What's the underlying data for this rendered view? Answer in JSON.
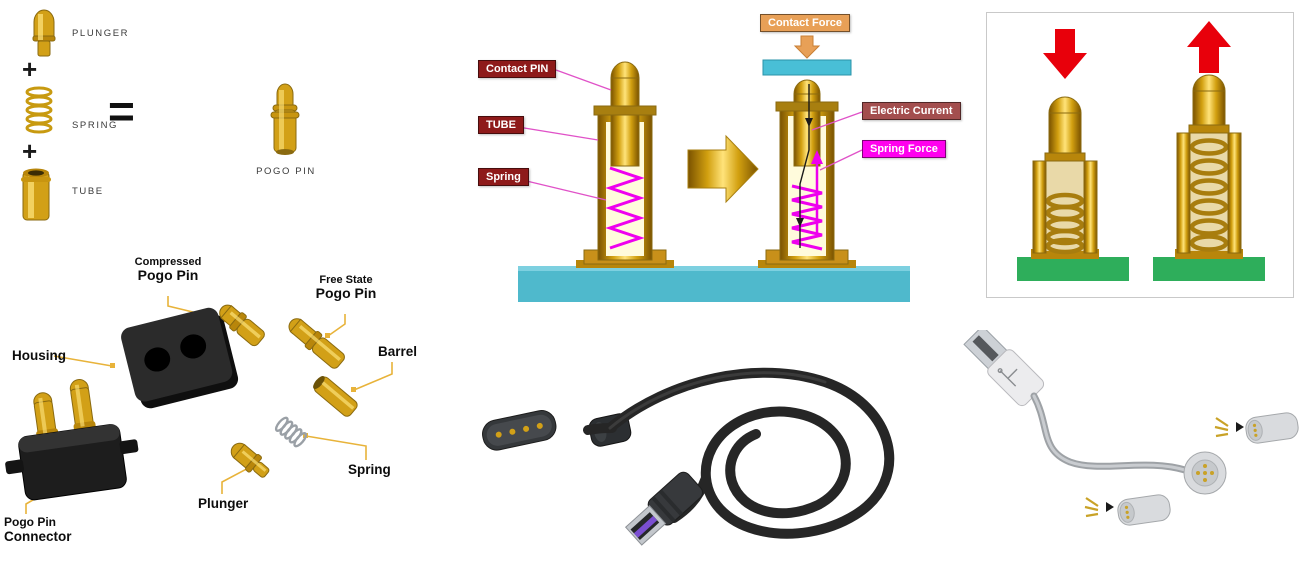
{
  "formula": {
    "plunger_label": "PLUNGER",
    "plus_1": "+",
    "spring_label": "SPRING",
    "plus_2": "+",
    "tube_label": "TUBE",
    "equals_sign": "=",
    "result_label": "POGO PIN"
  },
  "exploded": {
    "compressed_line1": "Compressed",
    "compressed_line2": "Pogo Pin",
    "free_line1": "Free State",
    "free_line2": "Pogo Pin",
    "housing_label": "Housing",
    "barrel_label": "Barrel",
    "spring_label": "Spring",
    "plunger_label": "Plunger",
    "connector_line1": "Pogo Pin",
    "connector_line2": "Connector"
  },
  "working": {
    "contact_pin_label": "Contact PIN",
    "tube_label": "TUBE",
    "spring_label": "Spring",
    "contact_force_label": "Contact Force",
    "electric_current_label": "Electric Current",
    "spring_force_label": "Spring Force"
  },
  "colors": {
    "gold": "#D2A017",
    "gold_highlight": "#FFE680",
    "gold_dark": "#8A6A10",
    "maroon_tag": "#8E1A1A",
    "contact_force_tag": "#E8A057",
    "electric_current_tag": "#A34E4E",
    "spring_force_tag": "#FF00EE",
    "spring_magenta": "#EE00EE",
    "platform_teal": "#4FB9CC",
    "platform_green": "#2EAE5B",
    "arrow_red": "#E8000B"
  }
}
